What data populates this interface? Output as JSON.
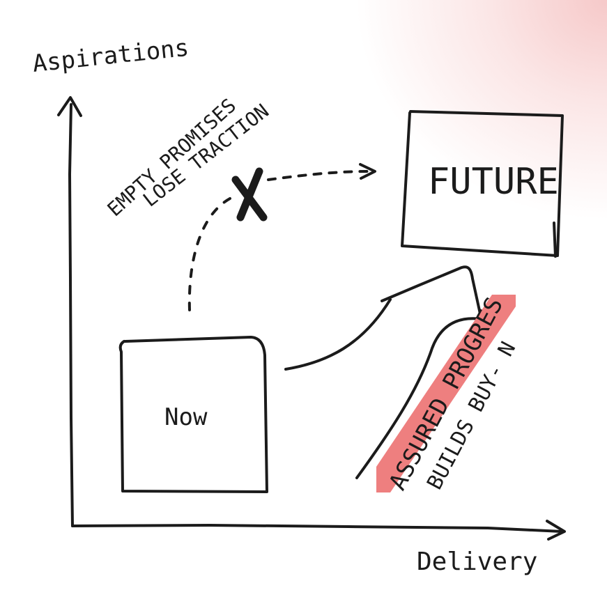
{
  "diagram": {
    "axes": {
      "y_label": "Aspirations",
      "x_label": "Delivery"
    },
    "boxes": {
      "now": "Now",
      "future": "FUTURE"
    },
    "annotations": {
      "failed_path_line1": "EMPTY PROMISES",
      "failed_path_line2": "LOSE TRACTION",
      "failed_mark": "X",
      "success_path_line1": "ASSURED PROGRES",
      "success_path_line2": "BUILDS BUY- N"
    },
    "colors": {
      "ink": "#1b1b1b",
      "highlight": "#ee7f7f",
      "corner_glow": "#f6c9c9"
    }
  }
}
